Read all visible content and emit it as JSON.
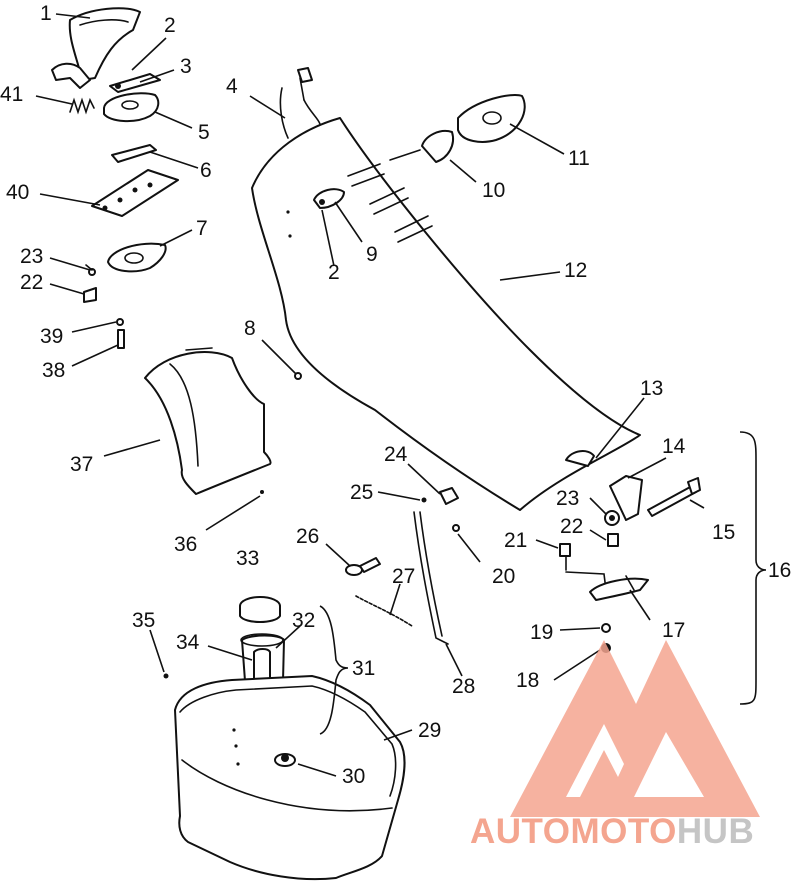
{
  "callouts": [
    {
      "id": "1",
      "text": "1"
    },
    {
      "id": "2a",
      "text": "2"
    },
    {
      "id": "3",
      "text": "3"
    },
    {
      "id": "41",
      "text": "41"
    },
    {
      "id": "4",
      "text": "4"
    },
    {
      "id": "5",
      "text": "5"
    },
    {
      "id": "6",
      "text": "6"
    },
    {
      "id": "40",
      "text": "40"
    },
    {
      "id": "7",
      "text": "7"
    },
    {
      "id": "23a",
      "text": "23"
    },
    {
      "id": "22a",
      "text": "22"
    },
    {
      "id": "39",
      "text": "39"
    },
    {
      "id": "38",
      "text": "38"
    },
    {
      "id": "8",
      "text": "8"
    },
    {
      "id": "37",
      "text": "37"
    },
    {
      "id": "36",
      "text": "36"
    },
    {
      "id": "11",
      "text": "11"
    },
    {
      "id": "10",
      "text": "10"
    },
    {
      "id": "9",
      "text": "9"
    },
    {
      "id": "2b",
      "text": "2"
    },
    {
      "id": "12",
      "text": "12"
    },
    {
      "id": "13",
      "text": "13"
    },
    {
      "id": "14",
      "text": "14"
    },
    {
      "id": "24",
      "text": "24"
    },
    {
      "id": "25",
      "text": "25"
    },
    {
      "id": "23b",
      "text": "23"
    },
    {
      "id": "22b",
      "text": "22"
    },
    {
      "id": "15",
      "text": "15"
    },
    {
      "id": "21",
      "text": "21"
    },
    {
      "id": "16",
      "text": "16"
    },
    {
      "id": "20",
      "text": "20"
    },
    {
      "id": "26",
      "text": "26"
    },
    {
      "id": "27",
      "text": "27"
    },
    {
      "id": "33",
      "text": "33"
    },
    {
      "id": "32",
      "text": "32"
    },
    {
      "id": "35",
      "text": "35"
    },
    {
      "id": "34",
      "text": "34"
    },
    {
      "id": "31",
      "text": "31"
    },
    {
      "id": "17",
      "text": "17"
    },
    {
      "id": "19",
      "text": "19"
    },
    {
      "id": "18",
      "text": "18"
    },
    {
      "id": "28",
      "text": "28"
    },
    {
      "id": "29",
      "text": "29"
    },
    {
      "id": "30",
      "text": "30"
    }
  ],
  "watermark": {
    "part1": "AUTO",
    "part2": "MOTO",
    "part3": "HUB",
    "color_primary": "#f4a58f",
    "color_secondary": "#c5c5c5"
  }
}
